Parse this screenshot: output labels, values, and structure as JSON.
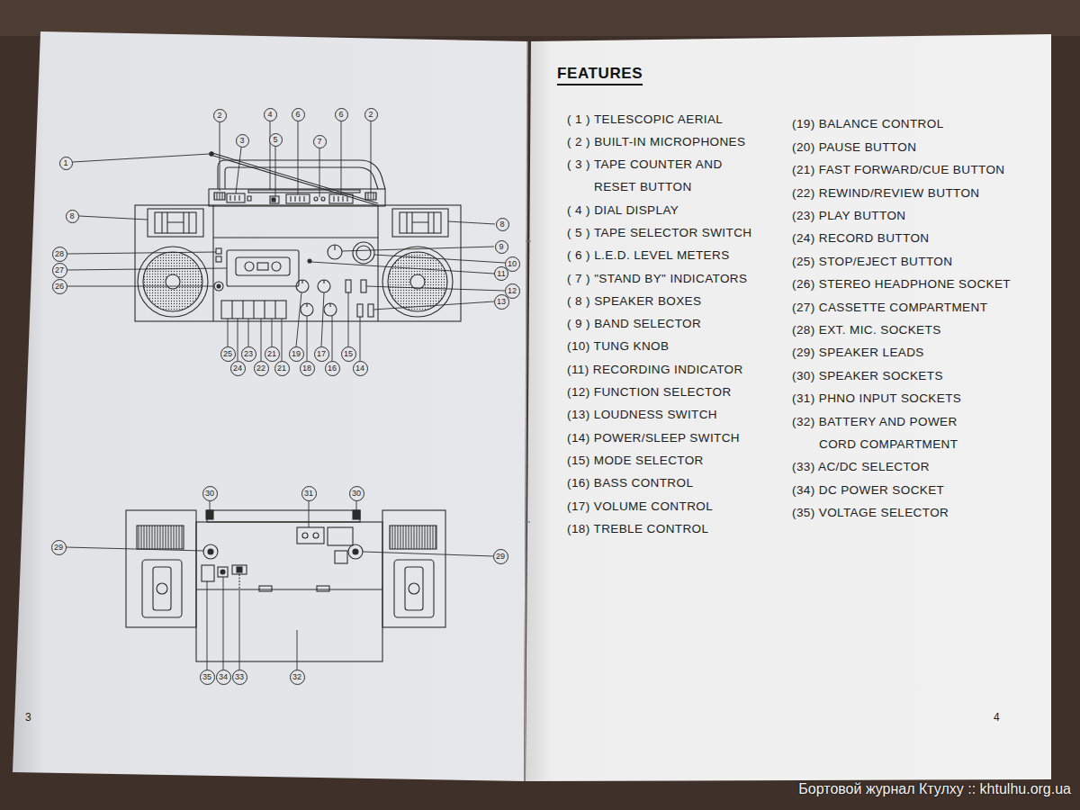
{
  "diagram": {
    "title": "FEATURES",
    "nodes": [
      {
        "text": [
          "2"
        ]
      },
      {
        "text": [
          "4"
        ]
      },
      {
        "text": [
          "6"
        ]
      },
      {
        "text": [
          "6"
        ]
      },
      {
        "text": [
          "2"
        ]
      },
      {
        "text": [
          "3"
        ]
      },
      {
        "text": [
          "5"
        ]
      },
      {
        "text": [
          "7"
        ]
      },
      {
        "text": [
          "1"
        ]
      },
      {
        "text": [
          "8"
        ]
      },
      {
        "text": [
          "8"
        ]
      },
      {
        "text": [
          "28"
        ]
      },
      {
        "text": [
          "27"
        ]
      },
      {
        "text": [
          "26"
        ]
      },
      {
        "text": [
          "9"
        ]
      },
      {
        "text": [
          "10"
        ]
      },
      {
        "text": [
          "11"
        ]
      },
      {
        "text": [
          "12"
        ]
      },
      {
        "text": [
          "13"
        ]
      },
      {
        "text": [
          "25"
        ]
      },
      {
        "text": [
          "23"
        ]
      },
      {
        "text": [
          "21"
        ]
      },
      {
        "text": [
          "19"
        ]
      },
      {
        "text": [
          "17"
        ]
      },
      {
        "text": [
          "15"
        ]
      },
      {
        "text": [
          "24"
        ]
      },
      {
        "text": [
          "22"
        ]
      },
      {
        "text": [
          "21"
        ]
      },
      {
        "text": [
          "18"
        ]
      },
      {
        "text": [
          "16"
        ]
      },
      {
        "text": [
          "14"
        ]
      },
      {
        "text": [
          "30"
        ]
      },
      {
        "text": [
          "31"
        ]
      },
      {
        "text": [
          "30"
        ]
      },
      {
        "text": [
          "29"
        ]
      },
      {
        "text": [
          "29"
        ]
      },
      {
        "text": [
          "35"
        ]
      },
      {
        "text": [
          "34"
        ]
      },
      {
        "text": [
          "33"
        ]
      },
      {
        "text": [
          "32"
        ]
      }
    ],
    "labels": [
      "3",
      "( 1 ) TELESCOPIC AERIAL",
      "( 2 ) BUILT-IN MICROPHONES",
      "( 3 ) TAPE COUNTER AND RESET BUTTON",
      "( 4 ) DIAL DISPLAY",
      "( 5 ) TAPE SELECTOR SWITCH",
      "( 6 ) L.E.D. LEVEL METERS",
      "( 7 ) \"STAND BY\" INDICATORS",
      "( 8 ) SPEAKER BOXES",
      "( 9 ) BAND SELECTOR",
      "(10) TUNG KNOB",
      "(11) RECORDING INDICATOR",
      "(12) FUNCTION SELECTOR",
      "(13) LOUDNESS SWITCH",
      "(14) POWER/SLEEP SWITCH",
      "(15) MODE SELECTOR",
      "(16) BASS CONTROL",
      "(17) VOLUME CONTROL",
      "(18) TREBLE CONTROL",
      "(19) BALANCE CONTROL",
      "(20) PAUSE BUTTON",
      "(21) FAST FORWARD/CUE BUTTON",
      "(22) REWIND/REVIEW BUTTON",
      "(23) PLAY BUTTON",
      "(24) RECORD BUTTON",
      "(25) STOP/EJECT BUTTON",
      "(26) STEREO HEADPHONE SOCKET",
      "(27) CASSETTE COMPARTMENT",
      "(28) EXT. MIC. SOCKETS",
      "(29) SPEAKER LEADS",
      "(30) SPEAKER SOCKETS",
      "(31) PHNO INPUT SOCKETS",
      "(32) BATTERY AND POWER CORD COMPARTMENT",
      "(33) AC/DC SELECTOR",
      "(34) DC POWER SOCKET",
      "(35) VOLTAGE SELECTOR",
      "4",
      "Бортовой журнал Ктулху :: khtulhu.org.ua"
    ]
  }
}
